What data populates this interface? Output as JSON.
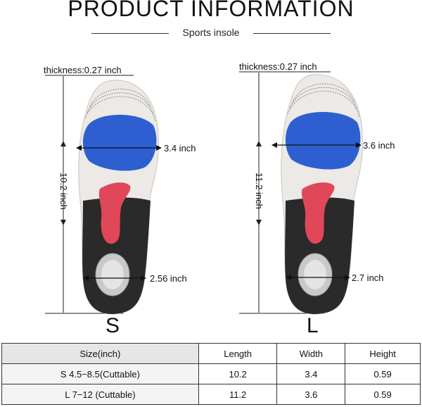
{
  "header": {
    "title": "PRODUCT INFORMATION",
    "subtitle": "Sports insole"
  },
  "insoles": [
    {
      "size": "S",
      "thickness": "thickness:0.27 inch",
      "length": "10.2 inch",
      "forefoot_width": "3.4 inch",
      "heel_width": "2.56 inch"
    },
    {
      "size": "L",
      "thickness": "thickness:0.27 inch",
      "length": "11.2 inch",
      "forefoot_width": "3.6 inch",
      "heel_width": "2.7 inch"
    }
  ],
  "table": {
    "headers": [
      "Size(inch)",
      "Length",
      "Width",
      "Height"
    ],
    "rows": [
      [
        "S 4.5−8.5(Cuttable)",
        "10.2",
        "3.4",
        "0.59"
      ],
      [
        "L 7−12 (Cuttable)",
        "11.2",
        "3.6",
        "0.59"
      ]
    ]
  },
  "colors": {
    "forefoot_gel": "#2d5fd1",
    "arch_gel": "#e0485a",
    "heel_base": "#2a2a2a",
    "toe_area": "#ece9e6"
  },
  "icons": [
    "insole-s-image",
    "insole-l-image",
    "arrow-icon"
  ]
}
